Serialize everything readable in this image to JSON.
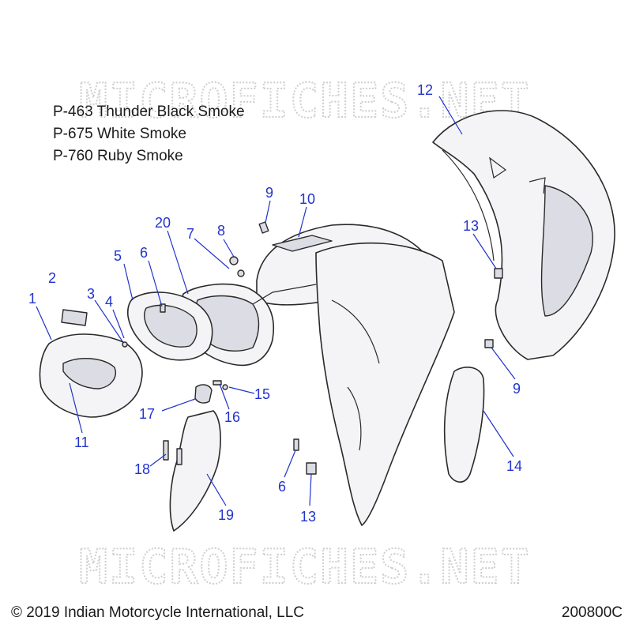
{
  "legend": [
    "P-463 Thunder Black Smoke",
    "P-675 White Smoke",
    "P-760 Ruby Smoke"
  ],
  "watermark": "MICROFICHES.NET",
  "footer": {
    "copyright": "© 2019 Indian Motorcycle International, LLC",
    "diagram_code": "200800C"
  },
  "callouts": [
    "1",
    "2",
    "3",
    "4",
    "5",
    "6",
    "20",
    "7",
    "8",
    "9",
    "10",
    "12",
    "13",
    "9",
    "14",
    "15",
    "16",
    "17",
    "11",
    "18",
    "19",
    "6",
    "13"
  ],
  "colors": {
    "callout": "#2233cc",
    "outline": "#2a2a2a",
    "part_fill": "#f4f4f6"
  }
}
